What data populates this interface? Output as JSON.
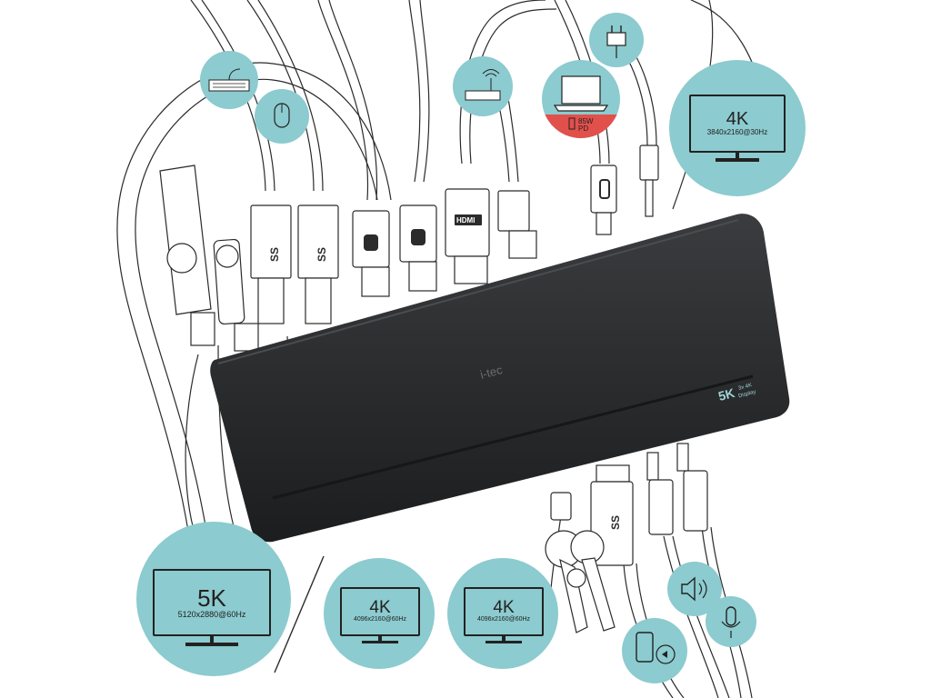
{
  "dock": {
    "brand": "i-tec",
    "badge_main": "5K",
    "badge_sub_1": "3x 4K",
    "badge_sub_2": "Display"
  },
  "displays": [
    {
      "big": "4K",
      "small": "3840x2160@30Hz"
    },
    {
      "big": "5K",
      "small": "5120x2880@60Hz"
    },
    {
      "big": "4K",
      "small": "4096x2160@60Hz"
    },
    {
      "big": "4K",
      "small": "4096x2160@60Hz"
    }
  ],
  "laptop_power": {
    "line1": "85W",
    "line2": "PD"
  },
  "port_marks": {
    "hdmi": "HDMI"
  },
  "colors": {
    "circle": "#8ccbcf",
    "dock": "#2a2c2e",
    "power_red": "#e2504c",
    "line": "#2b2b2b",
    "badge": "#9fd3d6"
  },
  "icons": [
    "keyboard-icon",
    "mouse-icon",
    "router-icon",
    "laptop-icon",
    "power-plug-icon",
    "monitor-icon",
    "usb-flash-drive-icon",
    "key-icon",
    "speaker-icon",
    "microphone-icon",
    "phone-sync-icon"
  ]
}
